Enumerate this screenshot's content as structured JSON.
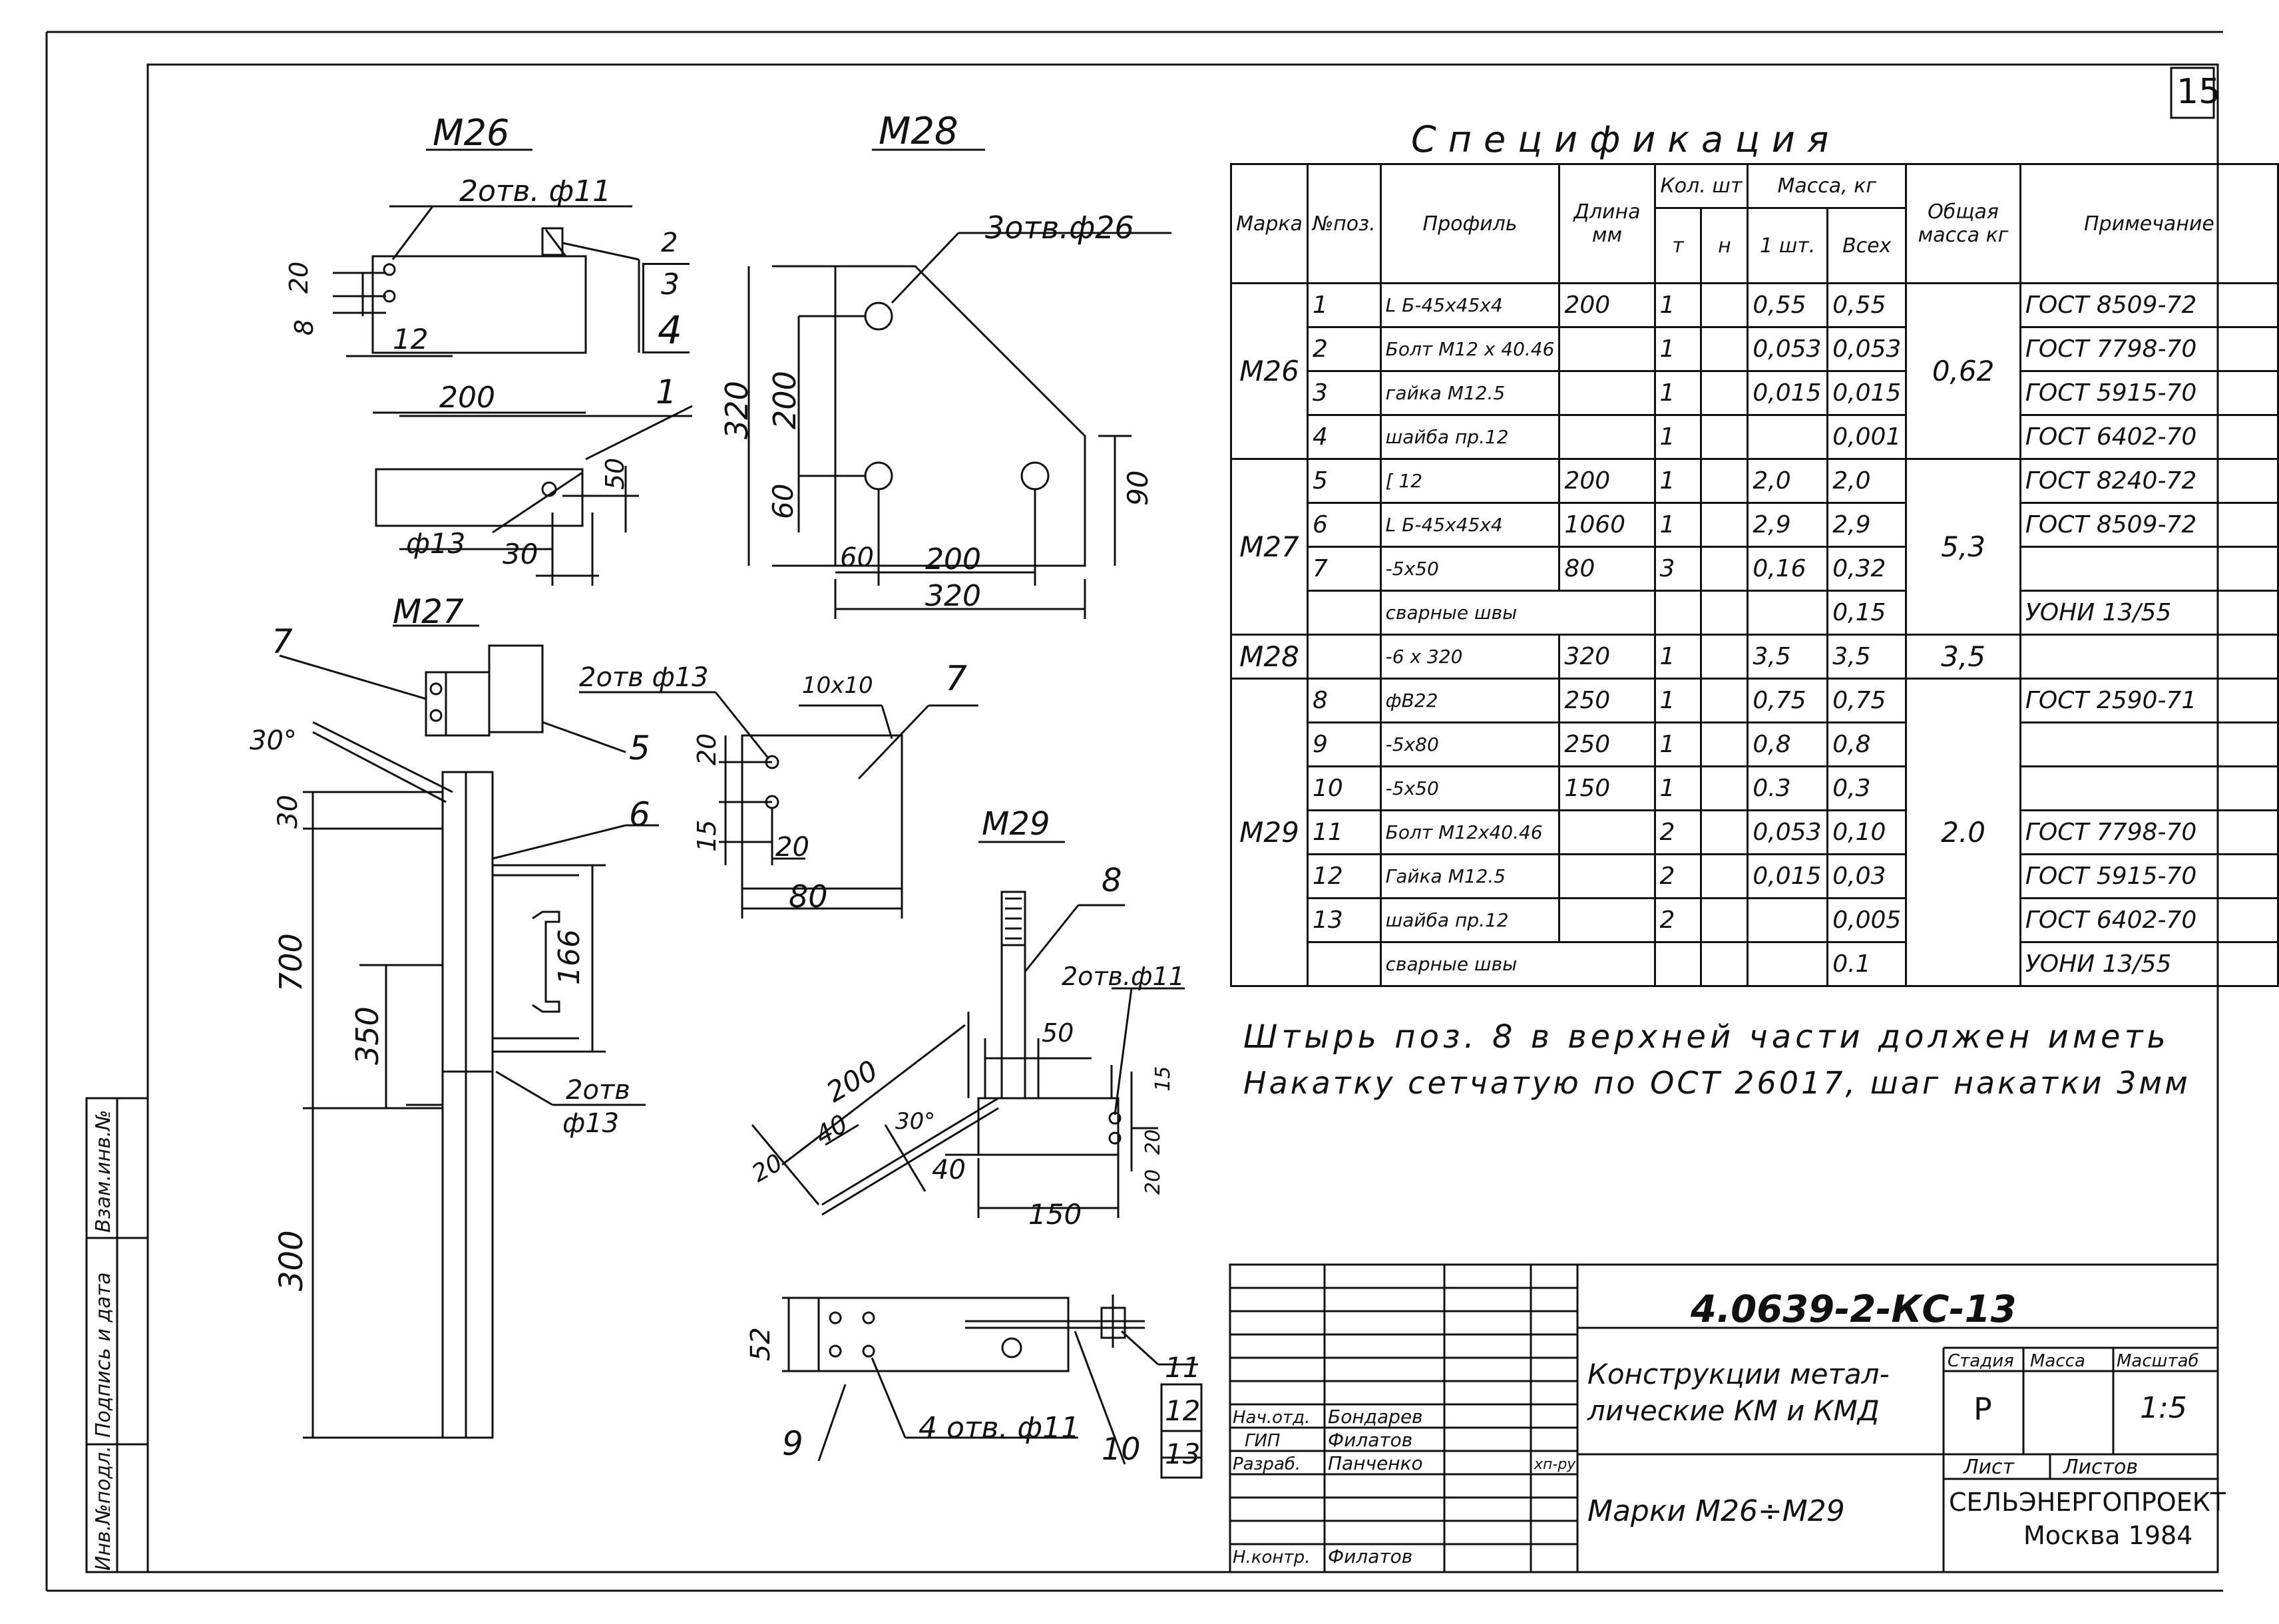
{
  "sheet_number": "15",
  "views": {
    "m26": {
      "title": "M26",
      "holes": "2отв. ф11",
      "dims": [
        "20",
        "8",
        "12",
        "200",
        "50",
        "ф13",
        "30"
      ],
      "pos": [
        "2",
        "3",
        "4",
        "1"
      ]
    },
    "m28": {
      "title": "M28",
      "holes": "3отв.ф26",
      "dims": [
        "320",
        "200",
        "60",
        "90",
        "60",
        "200",
        "320"
      ]
    },
    "m27": {
      "title": "M27",
      "holes_a": "2отв ф13",
      "holes_b_1": "2отв",
      "holes_b_2": "ф13",
      "weld": "10x10",
      "angle": "30°",
      "dims": [
        "30",
        "700",
        "350",
        "300",
        "166",
        "20",
        "15",
        "20",
        "80"
      ],
      "pos": [
        "7",
        "5",
        "6",
        "7"
      ]
    },
    "m29": {
      "title": "M29",
      "holes_a": "2отв.ф11",
      "holes_b": "4 отв. ф11",
      "angle": "30°",
      "dims": [
        "200",
        "40",
        "20",
        "50",
        "15",
        "20",
        "20",
        "40",
        "150",
        "52"
      ],
      "pos": [
        "8",
        "9",
        "10",
        "11",
        "12",
        "13"
      ]
    }
  },
  "spec": {
    "title": "Спецификация",
    "headers": {
      "marka": "Марка",
      "pos": "№поз.",
      "profile": "Профиль",
      "length": "Длина мм",
      "qty": "Кол. шт",
      "qty_t": "т",
      "qty_n": "н",
      "mass": "Масса, кг",
      "mass_one": "1 шт.",
      "mass_all": "Всех",
      "total": "Общая масса кг",
      "note": "Примечание"
    },
    "groups": [
      {
        "marka": "M26",
        "total": "0,62",
        "rows": [
          {
            "pos": "1",
            "profile": "L Б-45x45x4",
            "length": "200",
            "qty": "1",
            "one": "0,55",
            "all": "0,55",
            "note": "ГОСТ 8509-72"
          },
          {
            "pos": "2",
            "profile": "Болт М12 x 40.46",
            "length": "",
            "qty": "1",
            "one": "0,053",
            "all": "0,053",
            "note": "ГОСТ 7798-70"
          },
          {
            "pos": "3",
            "profile": "гайка М12.5",
            "length": "",
            "qty": "1",
            "one": "0,015",
            "all": "0,015",
            "note": "ГОСТ 5915-70"
          },
          {
            "pos": "4",
            "profile": "шайба пр.12",
            "length": "",
            "qty": "1",
            "one": "",
            "all": "0,001",
            "note": "ГОСТ 6402-70"
          }
        ]
      },
      {
        "marka": "M27",
        "total": "5,3",
        "rows": [
          {
            "pos": "5",
            "profile": "[ 12",
            "length": "200",
            "qty": "1",
            "one": "2,0",
            "all": "2,0",
            "note": "ГОСТ 8240-72"
          },
          {
            "pos": "6",
            "profile": "L Б-45x45x4",
            "length": "1060",
            "qty": "1",
            "one": "2,9",
            "all": "2,9",
            "note": "ГОСТ 8509-72"
          },
          {
            "pos": "7",
            "profile": "-5x50",
            "length": "80",
            "qty": "3",
            "one": "0,16",
            "all": "0,32",
            "note": ""
          },
          {
            "pos": "",
            "profile": "сварные швы",
            "length": "",
            "qty": "",
            "one": "",
            "all": "0,15",
            "note": "УОНИ 13/55"
          }
        ]
      },
      {
        "marka": "M28",
        "total": "3,5",
        "rows": [
          {
            "pos": "",
            "profile": "-6 x 320",
            "length": "320",
            "qty": "1",
            "one": "3,5",
            "all": "3,5",
            "note": ""
          }
        ]
      },
      {
        "marka": "M29",
        "total": "2.0",
        "rows": [
          {
            "pos": "8",
            "profile": "фВ22",
            "length": "250",
            "qty": "1",
            "one": "0,75",
            "all": "0,75",
            "note": "ГОСТ 2590-71"
          },
          {
            "pos": "9",
            "profile": "-5x80",
            "length": "250",
            "qty": "1",
            "one": "0,8",
            "all": "0,8",
            "note": ""
          },
          {
            "pos": "10",
            "profile": "-5x50",
            "length": "150",
            "qty": "1",
            "one": "0.3",
            "all": "0,3",
            "note": ""
          },
          {
            "pos": "11",
            "profile": "Болт М12x40.46",
            "length": "",
            "qty": "2",
            "one": "0,053",
            "all": "0,10",
            "note": "ГОСТ 7798-70"
          },
          {
            "pos": "12",
            "profile": "Гайка М12.5",
            "length": "",
            "qty": "2",
            "one": "0,015",
            "all": "0,03",
            "note": "ГОСТ 5915-70"
          },
          {
            "pos": "13",
            "profile": "шайба пр.12",
            "length": "",
            "qty": "2",
            "one": "",
            "all": "0,005",
            "note": "ГОСТ 6402-70"
          },
          {
            "pos": "",
            "profile": "сварные швы",
            "length": "",
            "qty": "",
            "one": "",
            "all": "0.1",
            "note": "УОНИ 13/55"
          }
        ]
      }
    ]
  },
  "note": {
    "line1": "Штырь поз. 8 в верхней части должен иметь",
    "line2": "Накатку сетчатую по ОСТ 26017, шаг накатки 3мм"
  },
  "title_block": {
    "code": "4.0639-2-КС-13",
    "description_1": "Конструкции метал-",
    "description_2": "лические КМ и КМД",
    "subtitle": "Марки М26÷М29",
    "stage_label": "Стадия",
    "mass_label": "Масса",
    "scale_label": "Масштаб",
    "stage": "Р",
    "scale": "1:5",
    "sheet_label": "Лист",
    "sheets_label": "Листов",
    "org": "СЕЛЬЭНЕРГОПРОЕКТ",
    "city_year": "Москва 1984",
    "people": [
      {
        "role": "Нач.отд.",
        "name": "Бондарев"
      },
      {
        "role": "ГИП",
        "name": "Филатов"
      },
      {
        "role": "Разраб.",
        "name": "Панченко",
        "extra": "хп-ру"
      },
      {
        "role": "Н.контр.",
        "name": "Филатов"
      }
    ]
  },
  "side_stamp": {
    "inv_orig": "Инв.№подл.",
    "sign_date": "Подпись и дата",
    "repl_inv": "Взам.инв.№"
  }
}
